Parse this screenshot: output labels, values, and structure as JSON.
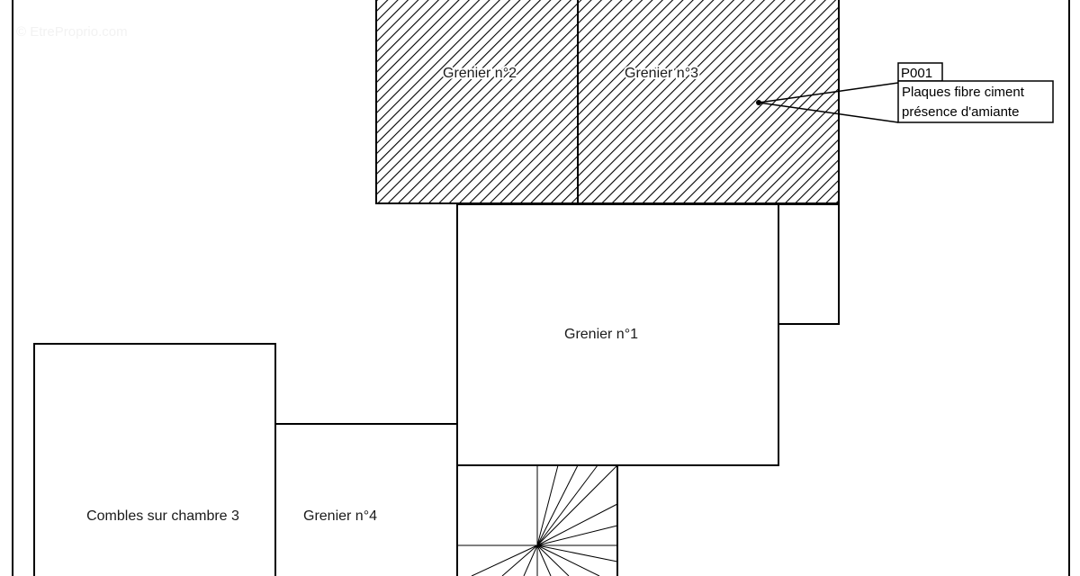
{
  "watermark": "© EtreProprio.com",
  "rooms": {
    "grenier_1": "Grenier n°1",
    "grenier_2": "Grenier n°2",
    "grenier_3": "Grenier n°3",
    "grenier_4": "Grenier n°4",
    "combles_chambre_3": "Combles sur chambre 3"
  },
  "callout": {
    "code": "P001",
    "line1": "Plaques fibre ciment",
    "line2": "présence d'amiante"
  },
  "colors": {
    "stroke": "#000000",
    "background": "#ffffff"
  }
}
